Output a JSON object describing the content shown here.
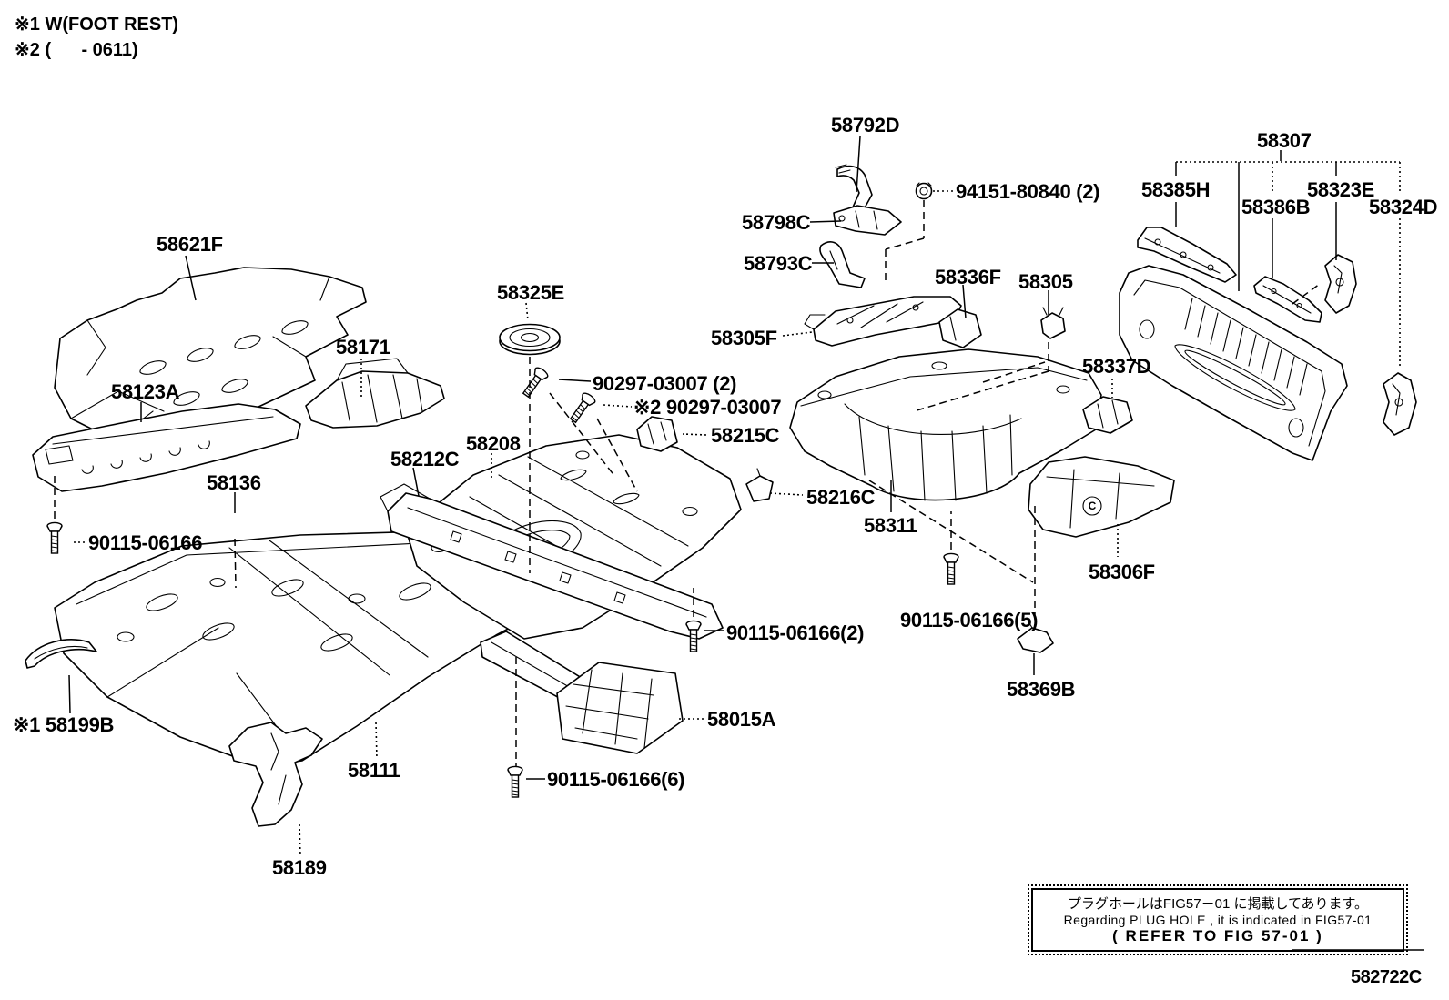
{
  "page": {
    "background": "#ffffff",
    "line_color": "#000000",
    "doc_number": "582722C"
  },
  "notes": {
    "note1": "※1 W(FOOT REST)",
    "note2": "※2 (      - 0611)"
  },
  "note_box": {
    "line1_jp": "プラグホールはFIG57－01 に掲載してあります。",
    "line2_en": "Regarding PLUG HOLE , it is indicated in FIG57-01",
    "line3_ref": "( REFER TO FIG 57-01 )"
  },
  "marks": {
    "weld_c": "C"
  },
  "labels": {
    "p58792d": {
      "text": "58792D"
    },
    "p94151": {
      "text": "94151-80840 (2)"
    },
    "p58798c": {
      "text": "58798C"
    },
    "p58793c": {
      "text": "58793C"
    },
    "p58307": {
      "text": "58307"
    },
    "p58385h": {
      "text": "58385H"
    },
    "p58386b": {
      "text": "58386B"
    },
    "p58323e": {
      "text": "58323E"
    },
    "p58324d": {
      "text": "58324D"
    },
    "p58621f": {
      "text": "58621F"
    },
    "p58325e": {
      "text": "58325E"
    },
    "p58336f": {
      "text": "58336F"
    },
    "p58305": {
      "text": "58305"
    },
    "p58171": {
      "text": "58171"
    },
    "p58305f": {
      "text": "58305F"
    },
    "p58123a": {
      "text": "58123A"
    },
    "p90297_2": {
      "text": "90297-03007 (2)"
    },
    "p90297_x2": {
      "text": "※2 90297-03007"
    },
    "p58208": {
      "text": "58208"
    },
    "p58215c": {
      "text": "58215C"
    },
    "p58212c": {
      "text": "58212C"
    },
    "p58136": {
      "text": "58136"
    },
    "p58337d": {
      "text": "58337D"
    },
    "p58216c": {
      "text": "58216C"
    },
    "p58311": {
      "text": "58311"
    },
    "p90115": {
      "text": "90115-06166"
    },
    "p58306f": {
      "text": "58306F"
    },
    "p90115_2": {
      "text": "90115-06166(2)"
    },
    "p90115_5": {
      "text": "90115-06166(5)"
    },
    "p58369b": {
      "text": "58369B"
    },
    "p58199b": {
      "text": "※1 58199B"
    },
    "p58015a": {
      "text": "58015A"
    },
    "p58111": {
      "text": "58111"
    },
    "p90115_6": {
      "text": "90115-06166(6)"
    },
    "p58189": {
      "text": "58189"
    }
  }
}
